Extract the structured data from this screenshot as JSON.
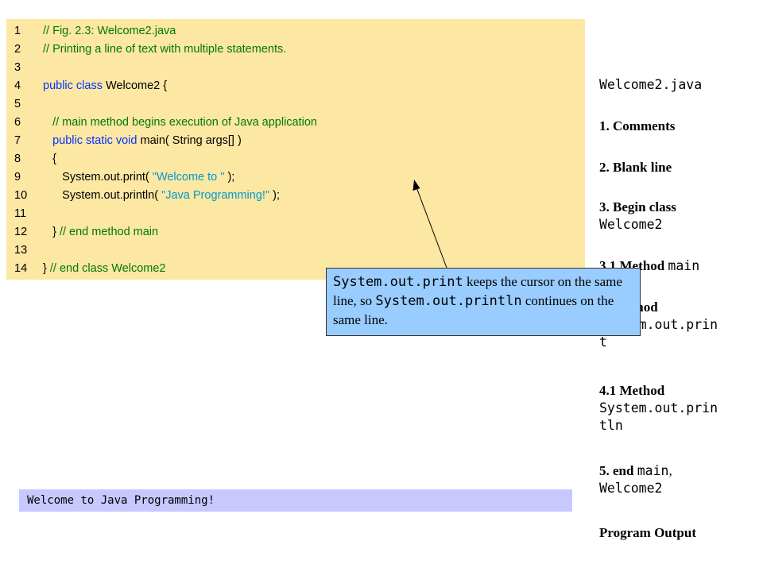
{
  "code_lines": [
    {
      "num": "1",
      "segs": [
        {
          "t": "// Fig. 2.3: Welcome2.java",
          "c": "cm"
        }
      ]
    },
    {
      "num": "2",
      "segs": [
        {
          "t": "// Printing a line of text with multiple statements.",
          "c": "cm"
        }
      ]
    },
    {
      "num": "3",
      "segs": []
    },
    {
      "num": "4",
      "segs": [
        {
          "t": "public class ",
          "c": "kw"
        },
        {
          "t": "Welcome2 {",
          "c": "tx"
        }
      ]
    },
    {
      "num": "5",
      "segs": []
    },
    {
      "num": "6",
      "segs": [
        {
          "t": "   // main method begins execution of Java application",
          "c": "cm"
        }
      ]
    },
    {
      "num": "7",
      "segs": [
        {
          "t": "   public static void ",
          "c": "kw"
        },
        {
          "t": "main( String args[] )",
          "c": "tx"
        }
      ]
    },
    {
      "num": "8",
      "segs": [
        {
          "t": "   {",
          "c": "tx"
        }
      ]
    },
    {
      "num": "9",
      "segs": [
        {
          "t": "      System.out.print( ",
          "c": "tx"
        },
        {
          "t": "\"Welcome to \"",
          "c": "st"
        },
        {
          "t": " );",
          "c": "tx"
        }
      ]
    },
    {
      "num": "10",
      "segs": [
        {
          "t": "      System.out.println( ",
          "c": "tx"
        },
        {
          "t": "\"Java Programming!\"",
          "c": "st"
        },
        {
          "t": " );",
          "c": "tx"
        }
      ]
    },
    {
      "num": "11",
      "segs": []
    },
    {
      "num": "12",
      "segs": [
        {
          "t": "   } ",
          "c": "tx"
        },
        {
          "t": "// end method main",
          "c": "cm"
        }
      ]
    },
    {
      "num": "13",
      "segs": []
    },
    {
      "num": "14",
      "segs": [
        {
          "t": "} ",
          "c": "tx"
        },
        {
          "t": "// end class Welcome2",
          "c": "cm"
        }
      ]
    }
  ],
  "output": {
    "text": "Welcome to Java Programming!"
  },
  "outline": {
    "title": "Welcome2.java",
    "item1": "1. Comments",
    "item2": "2. Blank line",
    "item3_prefix": "3. Begin class",
    "item3_code": "Welcome2",
    "item31_prefix": "3.1 Method",
    "item31_code": "main",
    "item4_prefix": "4. Method",
    "item4_code_a": "System.out.prin",
    "item4_code_b": "t",
    "item41_prefix": "4.1 Method",
    "item41_code_a": "System.out.prin",
    "item41_code_b": "tln",
    "item5_prefix": "5. end",
    "item5_code_a": "main",
    "item5_sep": ",",
    "item5_code_b": "Welcome2",
    "program_output": "Program Output"
  },
  "callout": {
    "code1": "System.out.print",
    "text1": " keeps the cursor on the same line, so ",
    "code2": "System.out.println",
    "text2": " continues on the same line."
  },
  "colors": {
    "code_bg": "#fce7a3",
    "comment": "#007a00",
    "keyword": "#0033ff",
    "string": "#0099cc",
    "output_bg": "#c8c8ff",
    "callout_bg": "#99ccff"
  }
}
